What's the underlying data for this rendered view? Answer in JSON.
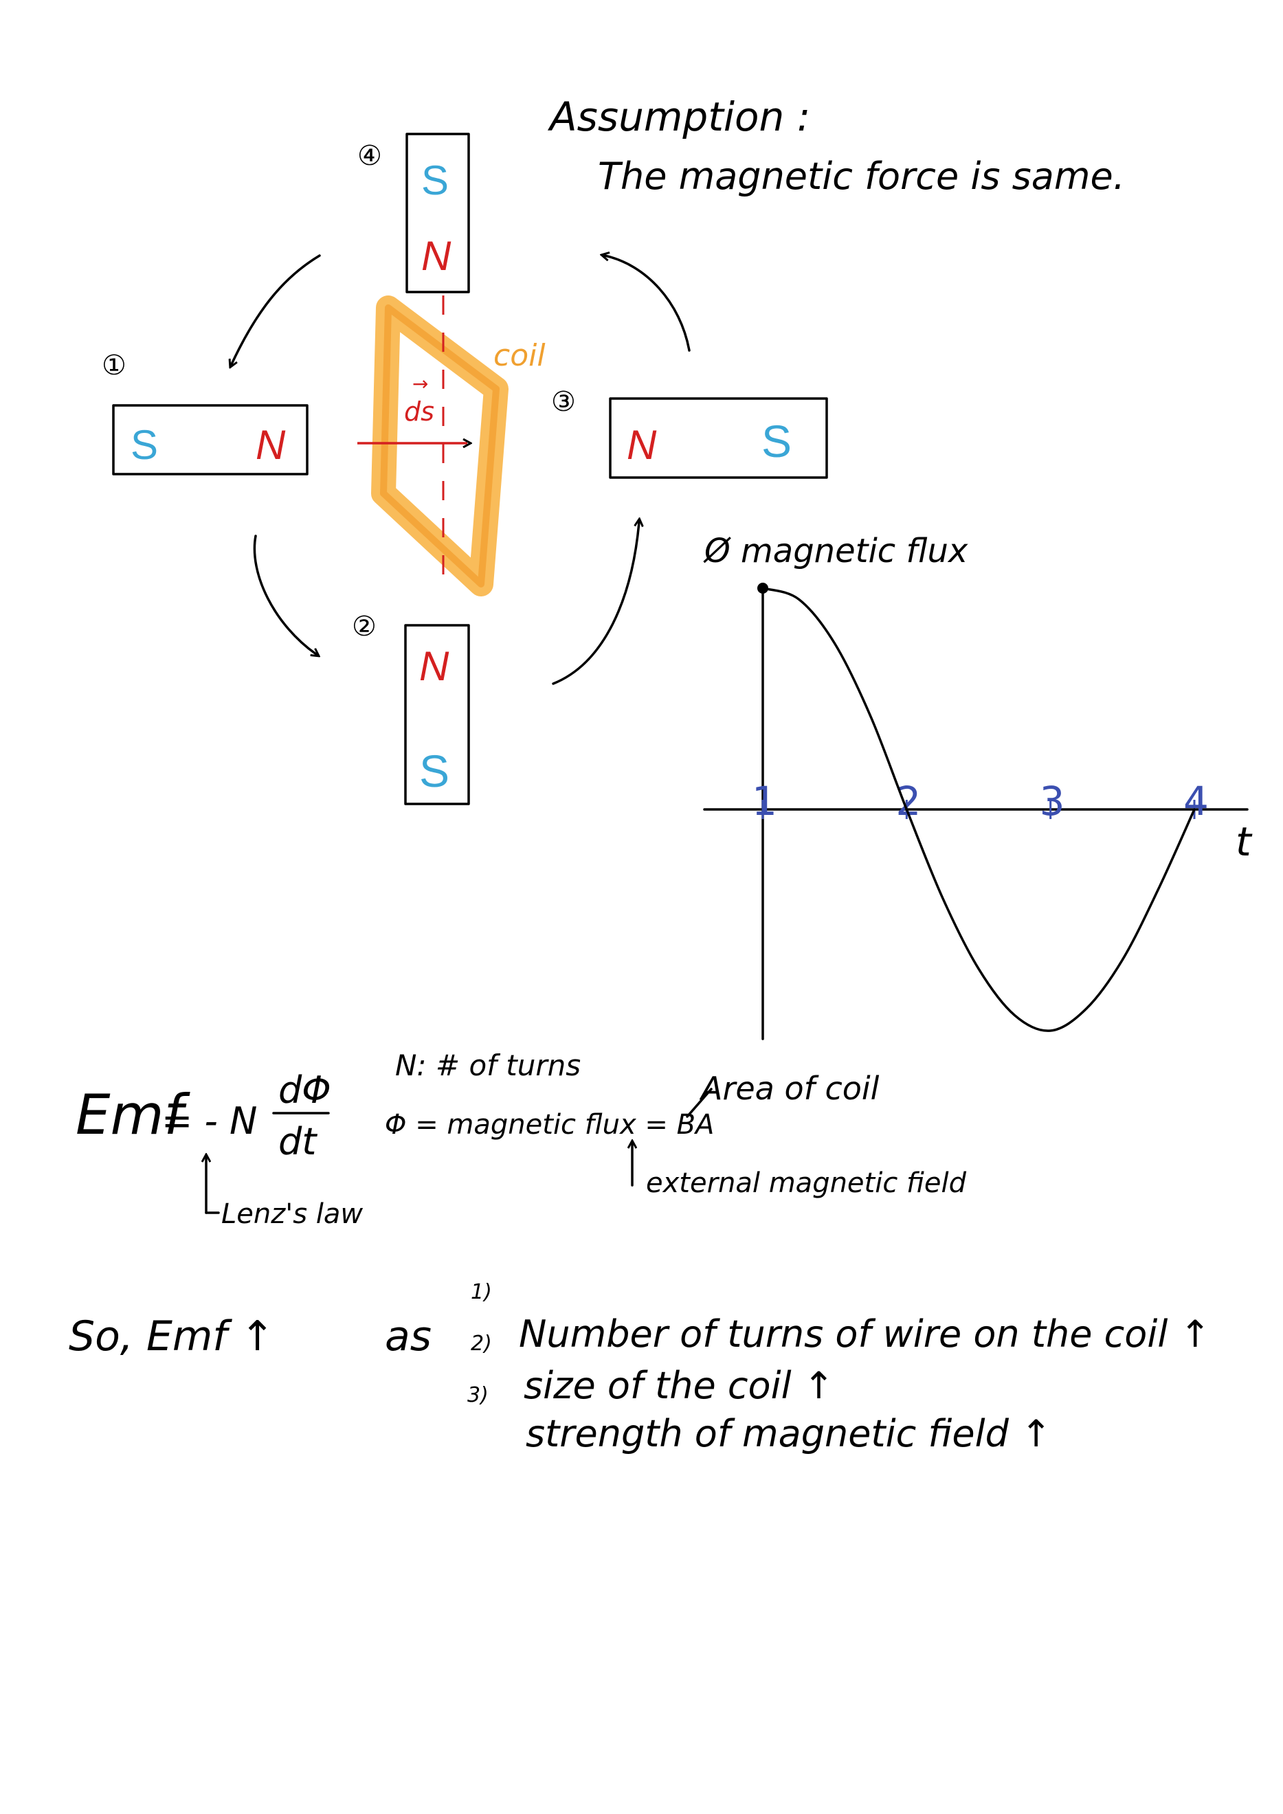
{
  "assumption": {
    "heading": "Assumption :",
    "text": "The magnetic force is same."
  },
  "positions": [
    "①",
    "②",
    "③",
    "④"
  ],
  "magnets": {
    "m1": {
      "left": "S",
      "right": "N"
    },
    "m2": {
      "top": "N",
      "bottom": "S"
    },
    "m3": {
      "left": "N",
      "right": "S"
    },
    "m4": {
      "top": "S",
      "bottom": "N"
    }
  },
  "coil_label": "coil",
  "ds_label": "ds",
  "flux_graph": {
    "ylabel": "Ø magnetic flux",
    "xlabel": "t",
    "ticks": [
      "1",
      "2",
      "3",
      "4"
    ]
  },
  "chart_data": {
    "type": "line",
    "title": "",
    "xlabel": "t",
    "ylabel": "Ø magnetic flux",
    "x": [
      1,
      1.25,
      1.5,
      1.75,
      2,
      2.25,
      2.5,
      2.75,
      3,
      3.25,
      3.5,
      3.75,
      4
    ],
    "y": [
      1,
      0.95,
      0.75,
      0.42,
      0,
      -0.4,
      -0.72,
      -0.93,
      -1,
      -0.9,
      -0.68,
      -0.36,
      0
    ],
    "xticks": [
      "1",
      "2",
      "3",
      "4"
    ]
  },
  "formula": {
    "lhs": "Emf",
    "eq": "= - N",
    "num": "dΦ",
    "den": "dt",
    "lenz": "Lenz's law"
  },
  "definitions": {
    "n": "N: # of turns",
    "phi": "Φ = magnetic flux = BA",
    "area": "Area of coil",
    "field": "external magnetic field"
  },
  "conclusion": {
    "lead": "So,  Emf ↑",
    "as": "as",
    "items": [
      {
        "num": "1)",
        "text": "Number of turns of wire on the coil ↑"
      },
      {
        "num": "2)",
        "text": "size of the coil ↑"
      },
      {
        "num": "3)",
        "text": "strength of magnetic field ↑"
      }
    ]
  }
}
